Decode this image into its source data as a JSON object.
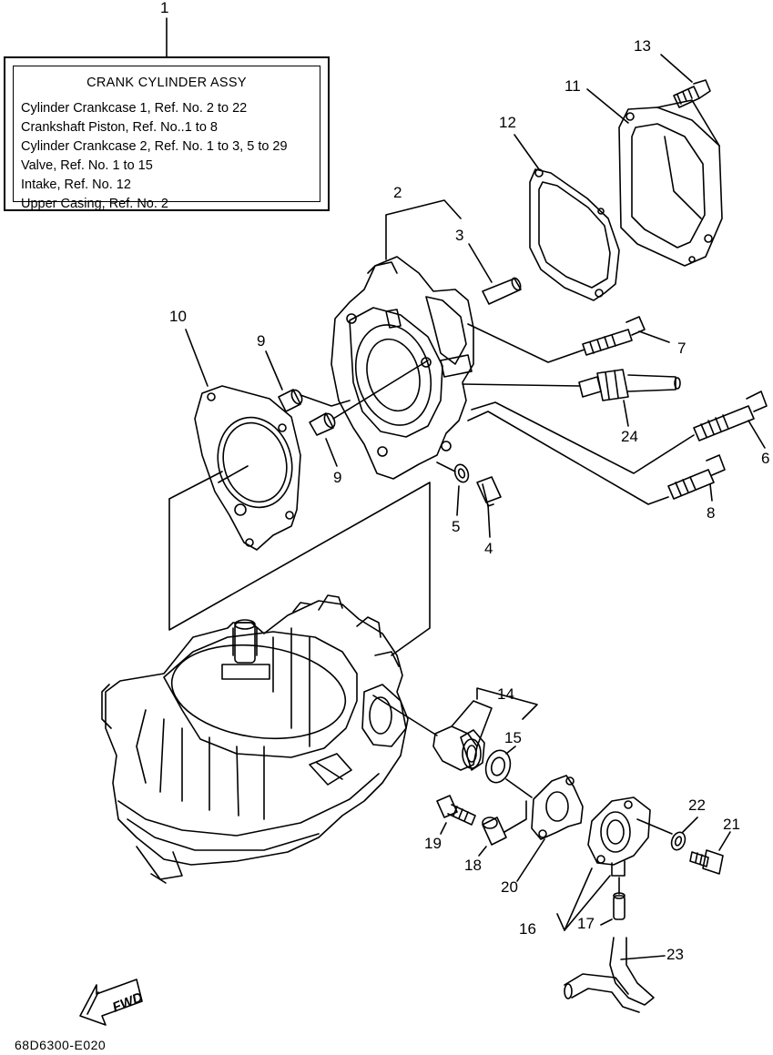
{
  "legend": {
    "title": "CRANK CYLINDER ASSY",
    "lines": [
      "Cylinder Crankcase 1,  Ref. No. 2 to 22",
      "Crankshaft Piston,  Ref. No..1 to 8",
      "Cylinder Crankcase 2,  Ref. No. 1 to 3, 5 to 29",
      "Valve,  Ref. No. 1 to 15",
      "Intake,  Ref. No. 12",
      "Upper Casing,  Ref. No. 2"
    ]
  },
  "callouts": [
    "1",
    "2",
    "3",
    "4",
    "5",
    "6",
    "7",
    "8",
    "9",
    "9",
    "10",
    "11",
    "12",
    "13",
    "14",
    "15",
    "16",
    "17",
    "18",
    "19",
    "20",
    "21",
    "22",
    "23",
    "24"
  ],
  "fwd_label": "FWD",
  "diagram_code": "68D6300-E020"
}
